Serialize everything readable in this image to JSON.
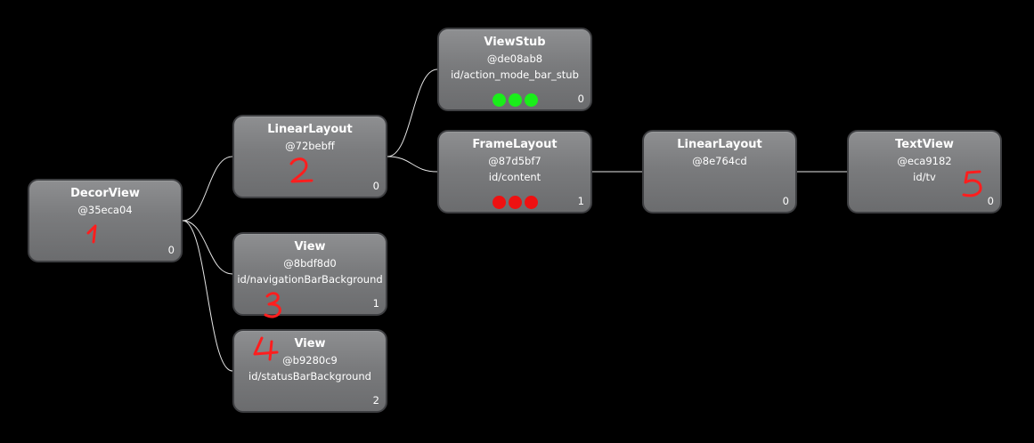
{
  "colors": {
    "background": "#000000",
    "node_fill": "#7c7d7f",
    "node_border": "#3e3f42",
    "edge": "#e6e6e6",
    "dot_green": "#1aee1a",
    "dot_red": "#ee1111",
    "annotation_red": "#ff1e1e"
  },
  "nodes": [
    {
      "key": "decorview",
      "title": "DecorView",
      "hash": "@35eca04",
      "id": "",
      "index": "0",
      "dots": null,
      "annotation": "1"
    },
    {
      "key": "linearlayout-1",
      "title": "LinearLayout",
      "hash": "@72bebff",
      "id": "",
      "index": "0",
      "dots": null,
      "annotation": "2"
    },
    {
      "key": "view-nav",
      "title": "View",
      "hash": "@8bdf8d0",
      "id": "id/navigationBarBackground",
      "index": "1",
      "dots": null,
      "annotation": "3"
    },
    {
      "key": "view-status",
      "title": "View",
      "hash": "@b9280c9",
      "id": "id/statusBarBackground",
      "index": "2",
      "dots": null,
      "annotation": "4"
    },
    {
      "key": "viewstub",
      "title": "ViewStub",
      "hash": "@de08ab8",
      "id": "id/action_mode_bar_stub",
      "index": "0",
      "dots": "green",
      "annotation": ""
    },
    {
      "key": "framelayout",
      "title": "FrameLayout",
      "hash": "@87d5bf7",
      "id": "id/content",
      "index": "1",
      "dots": "red",
      "annotation": ""
    },
    {
      "key": "linearlayout-2",
      "title": "LinearLayout",
      "hash": "@8e764cd",
      "id": "",
      "index": "0",
      "dots": null,
      "annotation": ""
    },
    {
      "key": "textview",
      "title": "TextView",
      "hash": "@eca9182",
      "id": "id/tv",
      "index": "0",
      "dots": null,
      "annotation": "5"
    }
  ],
  "edges": [
    {
      "from": "decorview",
      "to": "linearlayout-1"
    },
    {
      "from": "decorview",
      "to": "view-nav"
    },
    {
      "from": "decorview",
      "to": "view-status"
    },
    {
      "from": "linearlayout-1",
      "to": "viewstub"
    },
    {
      "from": "linearlayout-1",
      "to": "framelayout"
    },
    {
      "from": "framelayout",
      "to": "linearlayout-2"
    },
    {
      "from": "linearlayout-2",
      "to": "textview"
    }
  ]
}
